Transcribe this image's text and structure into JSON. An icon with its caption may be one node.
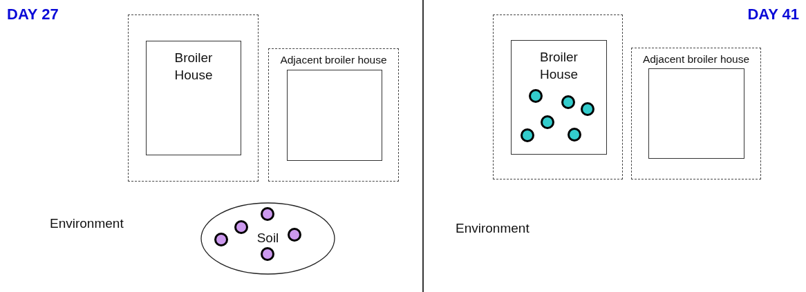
{
  "diagram": {
    "nodes": [
      {
        "text": [],
        "shape": "box"
      },
      {
        "text": [
          "Broiler House"
        ],
        "in": 0
      },
      {
        "text": [
          "Adjacent broiler house"
        ]
      },
      {
        "text": [],
        "shape": "box",
        "in": 2
      },
      {
        "text": [
          "Soil"
        ]
      },
      {
        "text": [],
        "shape": "box"
      },
      {
        "text": [
          "Broiler House"
        ],
        "in": 5
      },
      {
        "text": [
          "Adjacent broiler house"
        ]
      },
      {
        "text": [],
        "shape": "box",
        "in": 7
      }
    ],
    "labels": [
      "DAY 27",
      "Environment",
      "DAY 41",
      "Environment"
    ]
  }
}
